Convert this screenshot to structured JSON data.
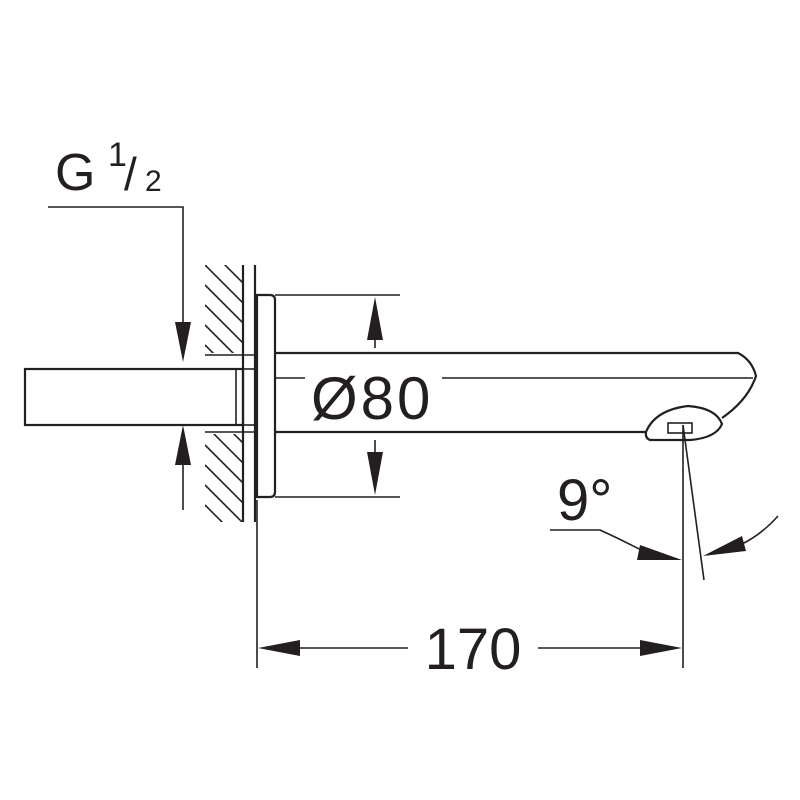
{
  "drawing": {
    "line_color": "#231f20",
    "background": "#ffffff",
    "thread": {
      "letter": "G",
      "numerator": "1",
      "slash": "/",
      "denominator": "2"
    },
    "rosette_diameter": "Ø80",
    "projection": "170",
    "angle": "9°"
  }
}
